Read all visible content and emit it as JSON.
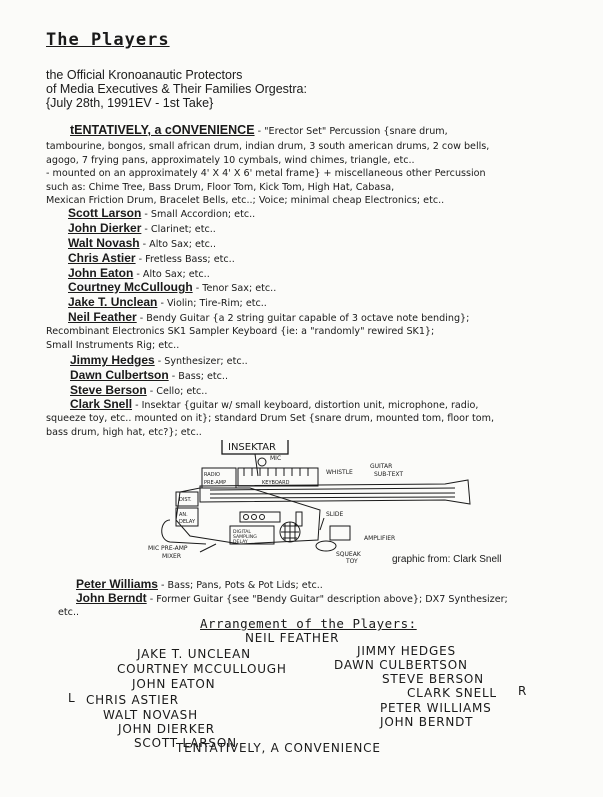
{
  "title": "The Players",
  "subtitle_lines": [
    "the Official Kronoanautic Protectors",
    "of Media Executives & Their Families Orgestra:",
    "{July 28th, 1991EV - 1st Take}"
  ],
  "band": {
    "name": "tENTATIVELY, a cONVENIENCE",
    "desc_1": " - \"Erector Set\" Percussion {snare drum,",
    "lines": [
      "tambourine, bongos, small african drum, indian drum, 3 south american drums, 2 cow bells,",
      "agogo, 7 frying pans, approximately 10 cymbals, wind chimes, triangle, etc..",
      "- mounted on an approximately 4' X 4' X 6' metal frame} + miscellaneous other Percussion",
      "such as: Chime Tree, Bass Drum, Floor Tom, Kick Tom, High Hat, Cabasa,",
      "Mexican Friction Drum, Bracelet Bells, etc..; Voice; minimal cheap Electronics; etc.."
    ]
  },
  "players": [
    {
      "name": "Scott Larson",
      "desc": " - Small Accordion; etc.."
    },
    {
      "name": "John Dierker",
      "desc": " - Clarinet; etc.."
    },
    {
      "name": "Walt Novash",
      "desc": " - Alto Sax; etc.."
    },
    {
      "name": "Chris Astier",
      "desc": " - Fretless Bass; etc.."
    },
    {
      "name": "John Eaton",
      "desc": " - Alto Sax; etc.."
    },
    {
      "name": "Courtney McCullough",
      "desc": " - Tenor Sax; etc.."
    },
    {
      "name": "Jake T. Unclean",
      "desc": " - Violin; Tire-Rim; etc.."
    },
    {
      "name": "Neil Feather",
      "desc": " - Bendy Guitar {a 2 string guitar capable of 3 octave note bending};"
    }
  ],
  "neil_extra": [
    "Recombinant Electronics SK1 Sampler Keyboard {ie: a \"randomly\" rewired SK1};",
    "Small Instruments Rig; etc.."
  ],
  "players2": [
    {
      "name": "Jimmy Hedges",
      "desc": " - Synthesizer; etc.."
    },
    {
      "name": "Dawn Culbertson",
      "desc": " - Bass; etc.."
    },
    {
      "name": "Steve Berson",
      "desc": " - Cello; etc.."
    },
    {
      "name": "Clark Snell",
      "desc": " - Insektar {guitar w/ small keyboard, distortion unit, microphone, radio,"
    }
  ],
  "clark_extra": [
    "squeeze toy, etc.. mounted on it}; standard Drum Set {snare drum, mounted tom, floor tom,",
    "bass drum, high hat, etc?}; etc.."
  ],
  "diagram": {
    "title": "INSEKTAR",
    "labels": {
      "mic": "MIC",
      "whistle": "WHISTLE",
      "guitar": "GUITAR",
      "subtext": "SUB-TEXT",
      "keyboard": "KEYBOARD",
      "radio": "RADIO",
      "preamp_top": "PRE-AMP",
      "dist": "DIST.",
      "an": "AN.",
      "delay": "DELAY",
      "digital": "DIGITAL",
      "sampling": "SAMPLING",
      "delay2": "DELAY",
      "slide": "SLIDE",
      "amplifier": "AMPLIFIER",
      "mic_preamp": "MIC PRE-AMP",
      "mixer": "MIXER",
      "squeak": "SQUEAK",
      "toy": "TOY"
    }
  },
  "credit": "graphic from: Clark Snell",
  "players3": [
    {
      "name": "Peter Williams",
      "desc": " - Bass; Pans, Pots & Pot Lids; etc.."
    },
    {
      "name": "John Berndt",
      "desc": " - Former Guitar {see \"Bendy Guitar\" description above}; DX7 Synthesizer;"
    }
  ],
  "berndt_extra": "etc..",
  "arrangement": {
    "heading": "Arrangement of the Players:",
    "names": [
      "NEIL FEATHER",
      "JAKE T. UNCLEAN",
      "JIMMY HEDGES",
      "COURTNEY MCCULLOUGH",
      "DAWN CULBERTSON",
      "JOHN EATON",
      "STEVE BERSON",
      "CHRIS ASTIER",
      "CLARK SNELL",
      "WALT NOVASH",
      "PETER WILLIAMS",
      "JOHN DIERKER",
      "JOHN BERNDT",
      "SCOTT LARSON",
      "TENTATIVELY, A CONVENIENCE"
    ],
    "left_mark": "L",
    "right_mark": "R"
  }
}
